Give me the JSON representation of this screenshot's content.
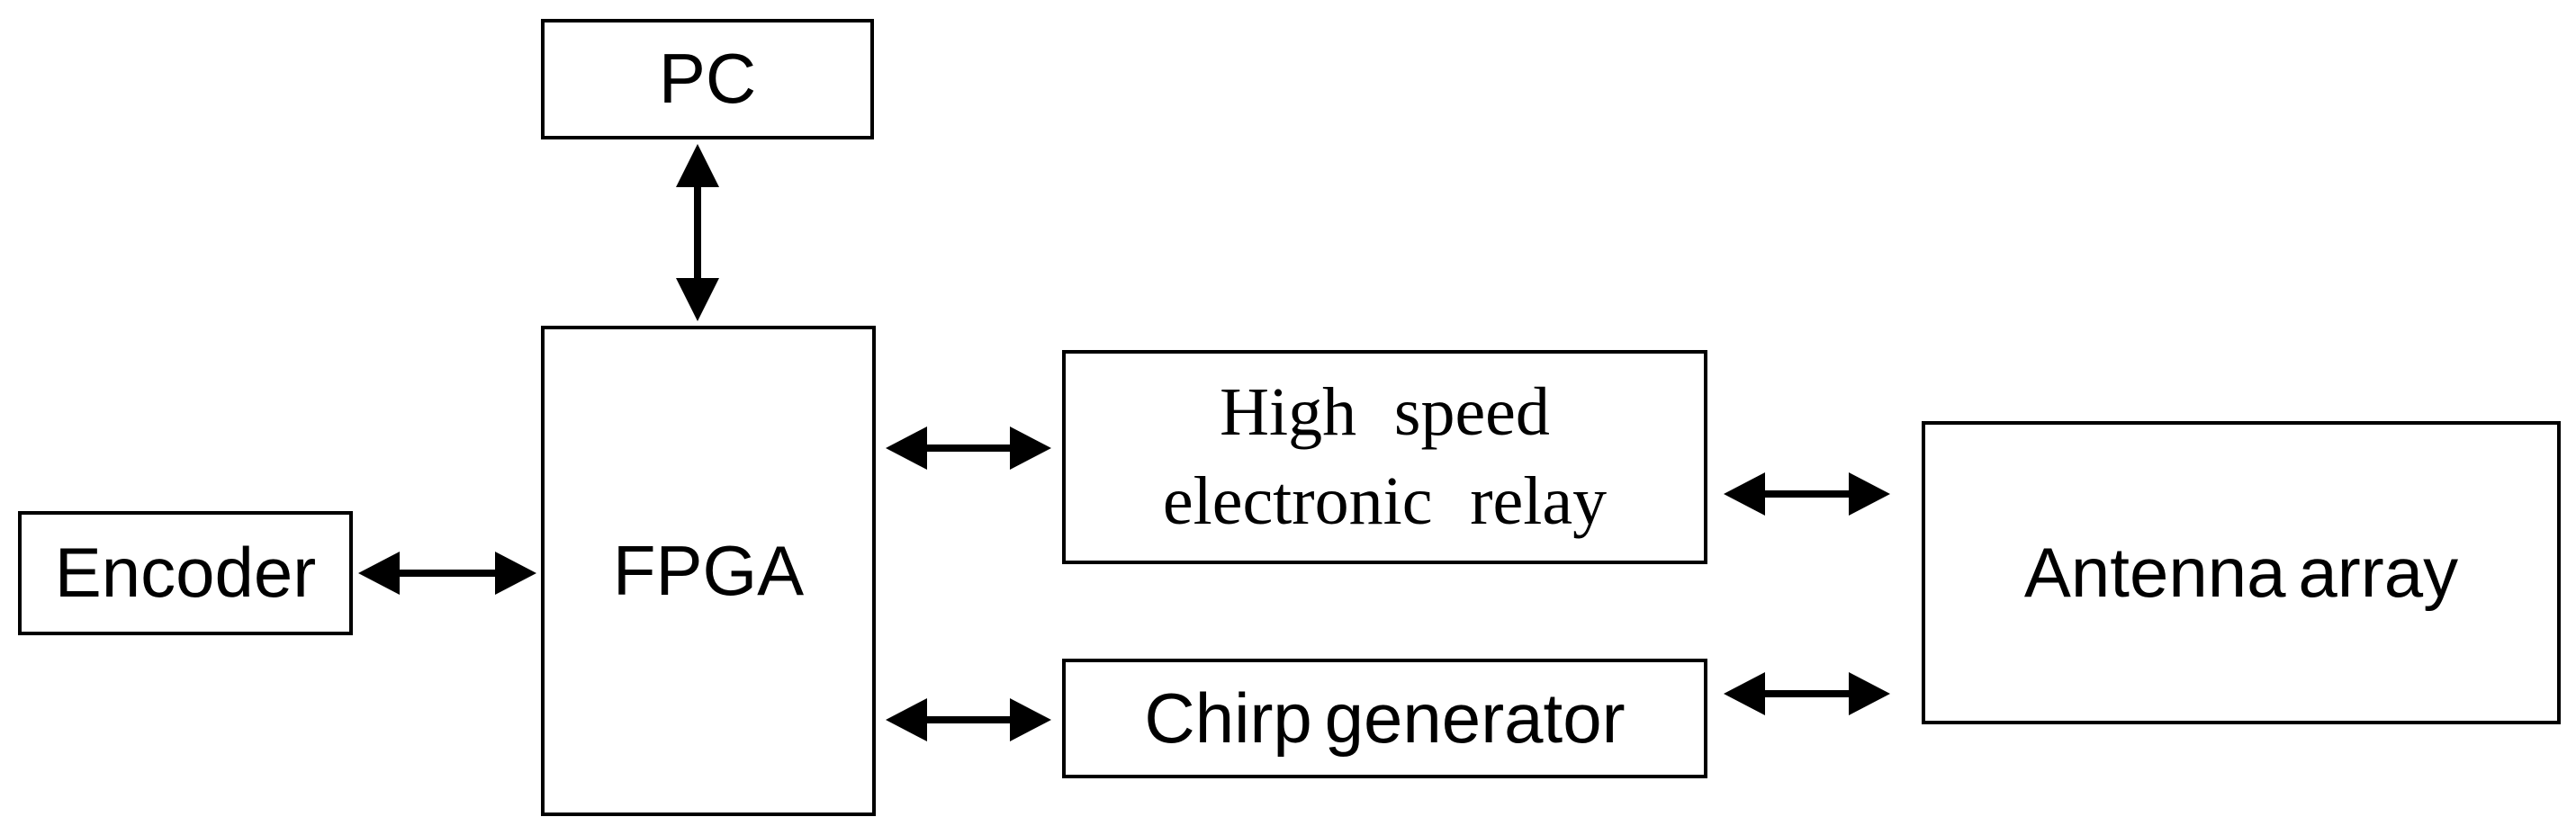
{
  "diagram": {
    "type": "block-diagram",
    "blocks": {
      "pc": {
        "label": "PC"
      },
      "fpga": {
        "label": "FPGA"
      },
      "encoder": {
        "label": "Encoder"
      },
      "relay": {
        "label": "High speed electronic relay"
      },
      "chirp": {
        "label": "Chirp generator"
      },
      "antenna": {
        "label": "Antenna array"
      }
    },
    "connections": [
      {
        "from": "pc",
        "to": "fpga",
        "style": "double-headed-arrow"
      },
      {
        "from": "encoder",
        "to": "fpga",
        "style": "double-headed-arrow"
      },
      {
        "from": "fpga",
        "to": "relay",
        "style": "double-headed-arrow"
      },
      {
        "from": "fpga",
        "to": "chirp",
        "style": "double-headed-arrow"
      },
      {
        "from": "relay",
        "to": "antenna",
        "style": "double-headed-arrow"
      },
      {
        "from": "chirp",
        "to": "antenna",
        "style": "double-headed-arrow"
      }
    ]
  },
  "colors": {
    "stroke": "#000000",
    "background": "#ffffff",
    "text": "#000000"
  }
}
